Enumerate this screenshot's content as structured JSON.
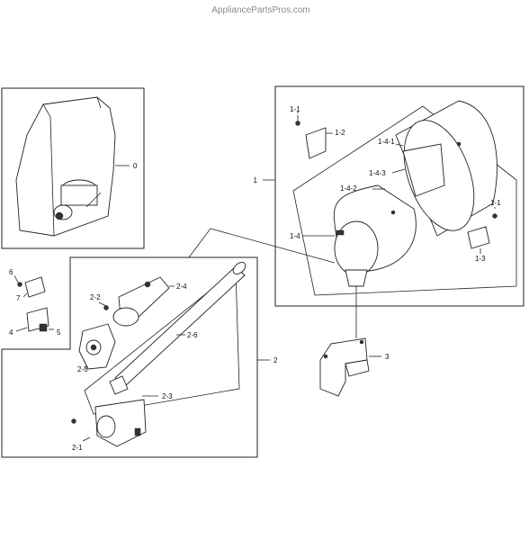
{
  "watermark": "AppliancePartsPros.com",
  "callouts": {
    "c0": "0",
    "c1": "1",
    "c1_1a": "1-1",
    "c1_2": "1-2",
    "c1_4_1": "1-4-1",
    "c1_4_3": "1-4-3",
    "c1_4_2": "1-4-2",
    "c1_4": "1-4",
    "c1_1b": "1-1",
    "c1_3": "1-3",
    "c2": "2",
    "c2_2": "2-2",
    "c2_4": "2-4",
    "c2_6": "2-6",
    "c2_5": "2-5",
    "c2_3": "2-3",
    "c2_1": "2-1",
    "c3": "3",
    "c4": "4",
    "c5": "5",
    "c6": "6",
    "c7": "7"
  }
}
